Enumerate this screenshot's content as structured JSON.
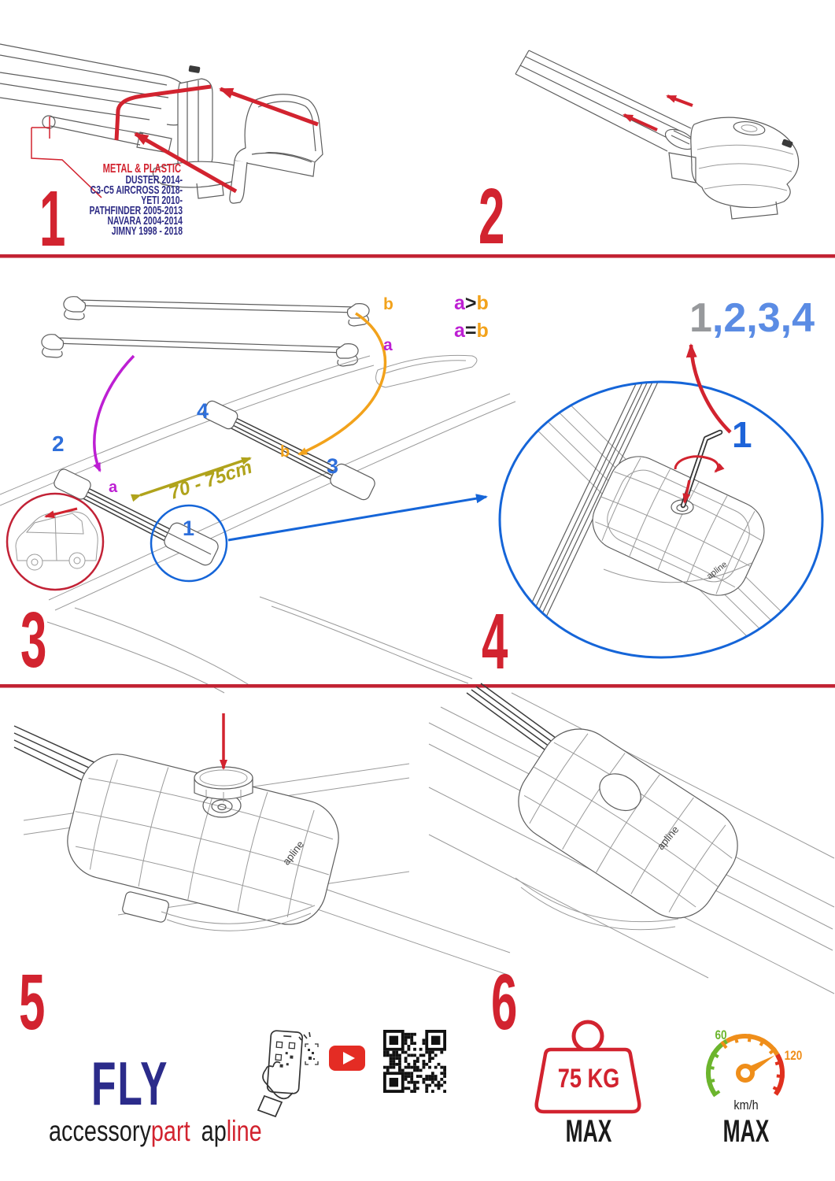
{
  "colors": {
    "red": "#d2232f",
    "navy": "#2d2b85",
    "blue": "#2e6fdb",
    "blue_dark": "#1565d8",
    "blue_light": "#5b8ce4",
    "gray": "#97999c",
    "purple": "#bd1fd3",
    "orange": "#f2a21b",
    "olive": "#b0a31c",
    "green": "#6cb52d",
    "speedo_orange": "#ef8e1a",
    "youtube_red": "#e42c24",
    "black": "#1a1a1a"
  },
  "steps": {
    "one": "1",
    "two": "2",
    "three": "3",
    "four": "4",
    "five": "5",
    "six": "6"
  },
  "panel1": {
    "material_label": "METAL & PLASTIC",
    "models": [
      "DUSTER 2014-",
      "C3-C5 AIRCROSS 2018-",
      "YETI 2010-",
      "PATHFINDER 2005-2013",
      "NAVARA 2004-2014",
      "JIMNY 1998 - 2018"
    ]
  },
  "panel3": {
    "bar_label_b": "b",
    "bar_label_a": "a",
    "rule_gt": {
      "a": "a",
      "op": ">",
      "b": "b"
    },
    "rule_eq": {
      "a": "a",
      "op": "=",
      "b": "b"
    },
    "roof_label_a": "a",
    "roof_label_b": "b",
    "distance": "70 - 75cm",
    "pos1": "1",
    "pos2": "2",
    "pos3": "3",
    "pos4": "4"
  },
  "panel4": {
    "sequence_gray": "1",
    "sequence_blue": ",2,3,4",
    "key_label": "1",
    "logo": "apline"
  },
  "panel5": {
    "logo": "apline"
  },
  "panel6": {
    "logo": "apline"
  },
  "footer": {
    "product": "FLY",
    "brand_black": "accessory",
    "brand_red": "part",
    "brand2_black": "ap",
    "brand2_red": "line",
    "weight": "75 KG",
    "weight_max": "MAX",
    "speed_low": "60",
    "speed_high": "120",
    "speed_unit": "km/h",
    "speed_max": "MAX"
  }
}
